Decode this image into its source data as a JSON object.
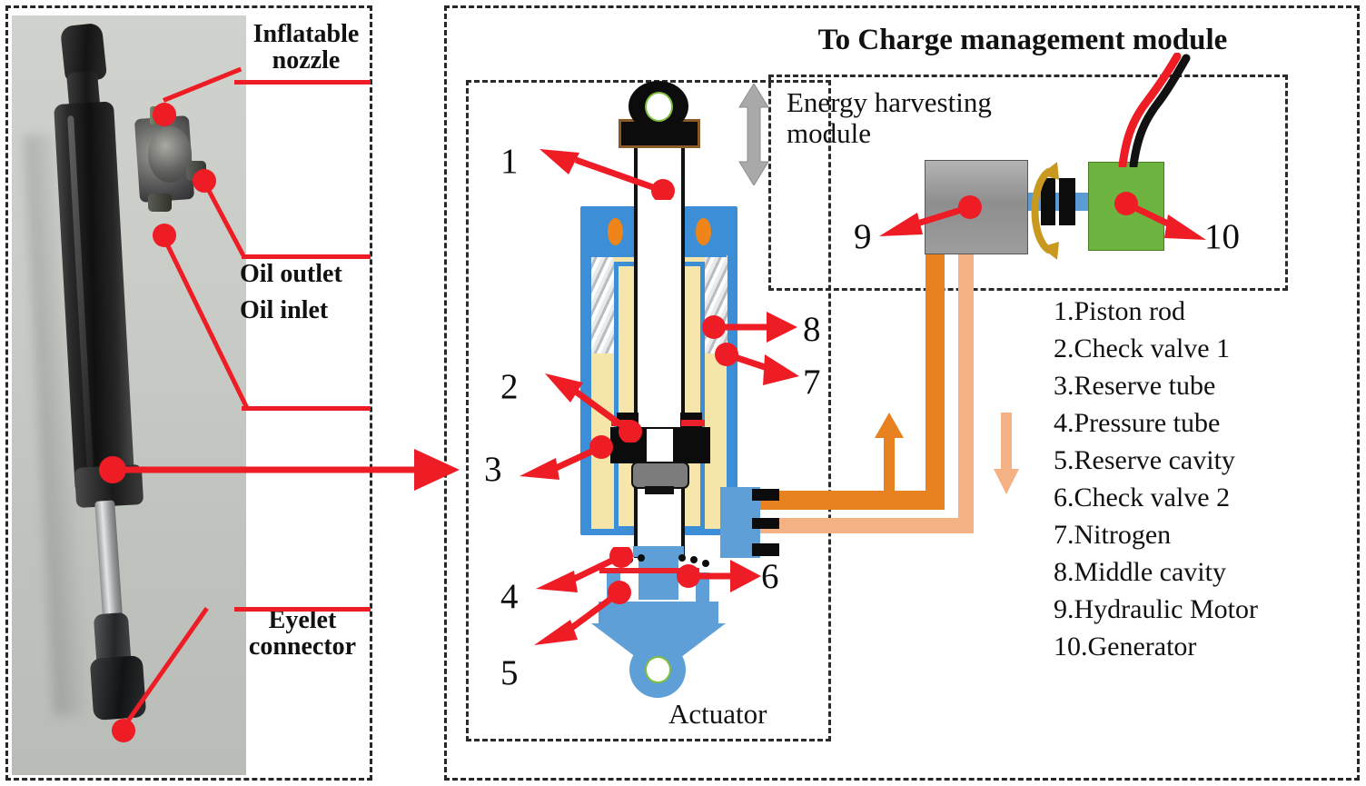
{
  "figure": {
    "title_top": "To Charge management module",
    "left_panel": {
      "name": "physical-damper-photo",
      "callouts": [
        {
          "id": "inflatable-nozzle",
          "label": "Inflatable\nnozzle",
          "line1": "Inflatable",
          "line2": "nozzle"
        },
        {
          "id": "oil-outlet",
          "label": "Oil outlet",
          "line1": "Oil outlet",
          "line2": ""
        },
        {
          "id": "oil-inlet",
          "label": "Oil inlet",
          "line1": "Oil inlet",
          "line2": ""
        },
        {
          "id": "eyelet-connector",
          "label": "Eyelet connector",
          "line1": "Eyelet",
          "line2": "connector"
        }
      ]
    },
    "right_panel": {
      "actuator_label": "Actuator",
      "energy_module_label_line1": "Energy harvesting",
      "energy_module_label_line2": "module",
      "callout_numbers": [
        "1",
        "2",
        "3",
        "4",
        "5",
        "6",
        "7",
        "8",
        "9",
        "10"
      ]
    },
    "legend": {
      "items": [
        {
          "num": "1.",
          "text": "Piston rod",
          "full": "1.Piston rod"
        },
        {
          "num": "2.",
          "text": "Check valve 1",
          "full": "2.Check valve 1"
        },
        {
          "num": "3.",
          "text": "Reserve tube",
          "full": "3.Reserve tube"
        },
        {
          "num": "4.",
          "text": "Pressure tube",
          "full": "4.Pressure tube"
        },
        {
          "num": "5.",
          "text": "Reserve cavity",
          "full": "5.Reserve cavity"
        },
        {
          "num": "6.",
          "text": "Check valve 2",
          "full": "6.Check valve 2"
        },
        {
          "num": "7.",
          "text": "Nitrogen",
          "full": "7.Nitrogen"
        },
        {
          "num": "8.",
          "text": "Middle cavity",
          "full": "8.Middle cavity"
        },
        {
          "num": "9.",
          "text": "Hydraulic Motor",
          "full": "9.Hydraulic Motor"
        },
        {
          "num": "10.",
          "text": "Generator",
          "full": "10.Generator"
        }
      ]
    },
    "colors": {
      "callout_red": "#ee1c25",
      "cylinder_blue": "#3c8fd6",
      "light_blue": "#5f9fd8",
      "oil_yellow": "#f5e5a8",
      "pipe_orange": "#e8811f",
      "pipe_orange_light": "#f4b183",
      "generator_green": "#6db33f",
      "motor_grey": "#9d9d9d",
      "seal_orange": "#ef8418",
      "rotation_gold": "#c9991f",
      "dash_border": "#262626"
    }
  }
}
